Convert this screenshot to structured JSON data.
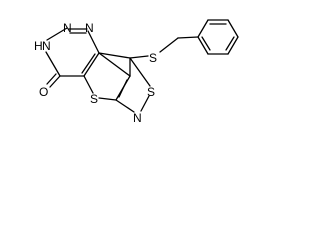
{
  "structure": {
    "atoms": {
      "N_top": "N",
      "N_topright": "N",
      "NH_left": "N",
      "H_left": "H",
      "O_carbonyl": "O",
      "S_ring1": "S",
      "S_ring2": "S",
      "N_ring2": "N",
      "S_thioether": "S"
    }
  }
}
